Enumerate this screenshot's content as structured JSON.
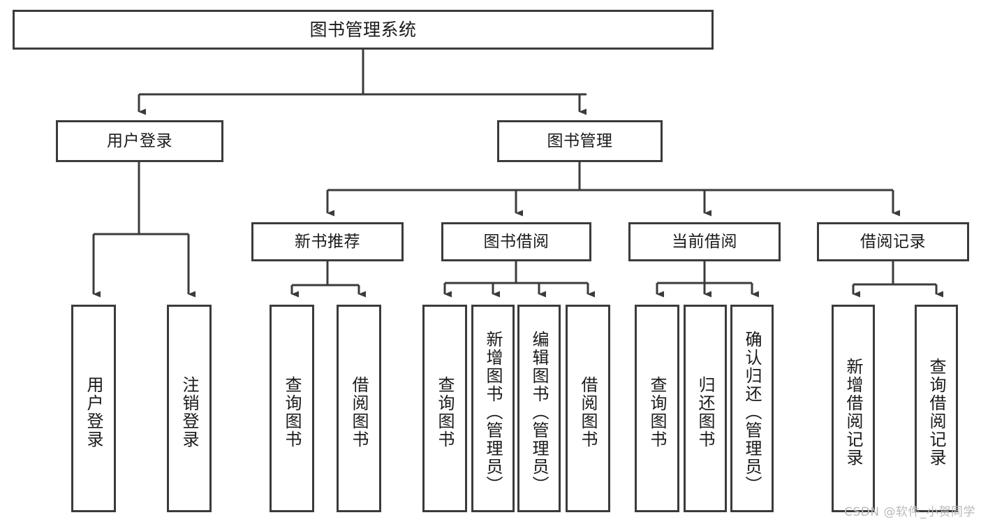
{
  "diagram": {
    "title": "图书管理系统",
    "type": "tree-hierarchy",
    "stroke_color": "#3b3b3b",
    "background_color": "#ffffff",
    "watermark": "CSDN @软件_小贺同学",
    "nodes": {
      "root": {
        "label": "图书管理系统"
      },
      "level2": [
        {
          "id": "user-login",
          "label": "用户登录"
        },
        {
          "id": "book-manage",
          "label": "图书管理"
        }
      ],
      "level3": [
        {
          "id": "new-book-recommend",
          "label": "新书推荐"
        },
        {
          "id": "book-borrow",
          "label": "图书借阅"
        },
        {
          "id": "current-borrow",
          "label": "当前借阅"
        },
        {
          "id": "borrow-record",
          "label": "借阅记录"
        }
      ],
      "leaves": {
        "user_login": [
          {
            "id": "leaf-user-login",
            "label": "用户登录"
          },
          {
            "id": "leaf-logout",
            "label": "注销登录"
          }
        ],
        "new_book_recommend": [
          {
            "id": "leaf-query-book-1",
            "label": "查询图书"
          },
          {
            "id": "leaf-borrow-book-1",
            "label": "借阅图书"
          }
        ],
        "book_borrow": [
          {
            "id": "leaf-query-book-2",
            "label": "查询图书"
          },
          {
            "id": "leaf-add-book",
            "label": "新增图书（管理员）"
          },
          {
            "id": "leaf-edit-book",
            "label": "编辑图书（管理员）"
          },
          {
            "id": "leaf-borrow-book-2",
            "label": "借阅图书"
          }
        ],
        "current_borrow": [
          {
            "id": "leaf-query-book-3",
            "label": "查询图书"
          },
          {
            "id": "leaf-return-book",
            "label": "归还图书"
          },
          {
            "id": "leaf-confirm-return",
            "label": "确认归还（管理员）"
          }
        ],
        "borrow_record": [
          {
            "id": "leaf-add-record",
            "label": "新增借阅记录"
          },
          {
            "id": "leaf-query-record",
            "label": "查询借阅记录"
          }
        ]
      }
    }
  }
}
